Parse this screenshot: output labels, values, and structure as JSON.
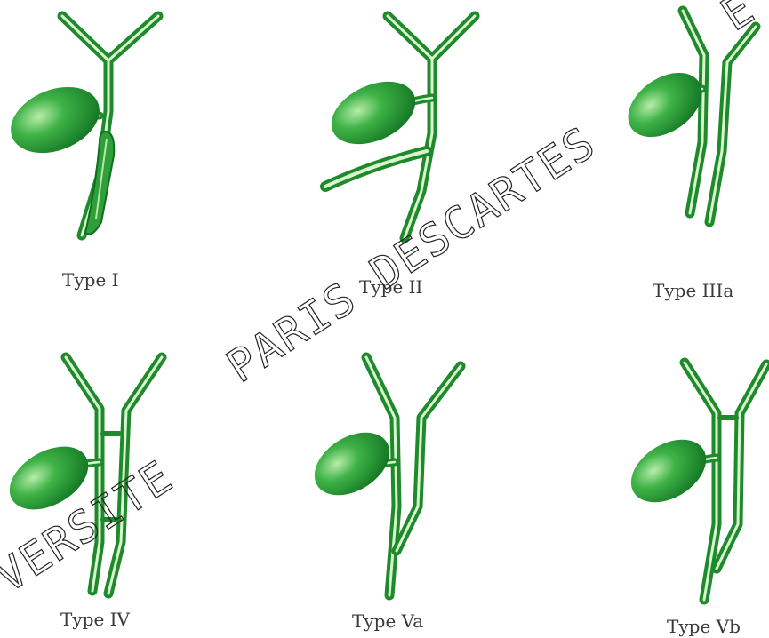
{
  "labels": {
    "type_i": "Type I",
    "type_ii": "Type II",
    "type_iiia": "Type IIIa",
    "type_iv": "Type IV",
    "type_va": "Type Va",
    "type_vb": "Type Vb"
  },
  "watermark": {
    "text_main": "PARIS DESCARTES",
    "text_left": "VERSITE",
    "text_right": "E"
  },
  "colors": {
    "duct_dark": "#1f8a2c",
    "duct_light": "#d9f5cf",
    "gallbladder_dark": "#0f7a22",
    "gallbladder_light": "#9fe08c",
    "cyst_fill": "#5fbf3f"
  }
}
